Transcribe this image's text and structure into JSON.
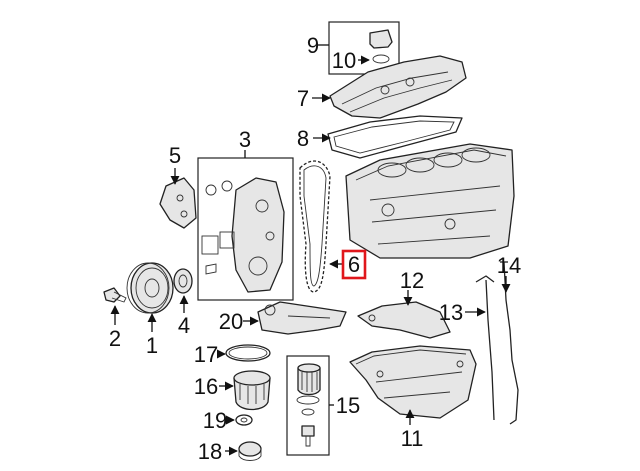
{
  "diagram": {
    "highlight_color": "#e0161b",
    "callouts": {
      "c1": "1",
      "c2": "2",
      "c3": "3",
      "c4": "4",
      "c5": "5",
      "c6": "6",
      "c7": "7",
      "c8": "8",
      "c9": "9",
      "c10": "10",
      "c11": "11",
      "c12": "12",
      "c13": "13",
      "c14": "14",
      "c15": "15",
      "c16": "16",
      "c17": "17",
      "c18": "18",
      "c19": "19",
      "c20": "20"
    },
    "highlighted_callout": "6"
  }
}
